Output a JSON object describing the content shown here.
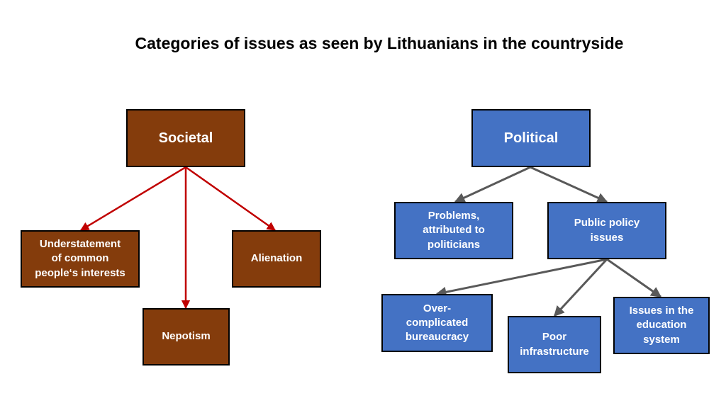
{
  "title": "Categories of issues as seen by Lithuanians in the countryside",
  "colors": {
    "brown": "#843C0C",
    "blue": "#4472C4",
    "red_arrow": "#C00000",
    "grey_arrow": "#595959"
  },
  "nodes": {
    "societal": "Societal",
    "understatement": "Understatement\nof common\npeople‘s interests",
    "nepotism": "Nepotism",
    "alienation": "Alienation",
    "political": "Political",
    "problems": "Problems,\nattributed to\npoliticians",
    "public_policy": "Public policy\nissues",
    "bureaucracy": "Over-\ncomplicated\nbureaucracy",
    "infrastructure": "Poor\ninfrastructure",
    "education": "Issues in the\neducation\nsystem"
  }
}
